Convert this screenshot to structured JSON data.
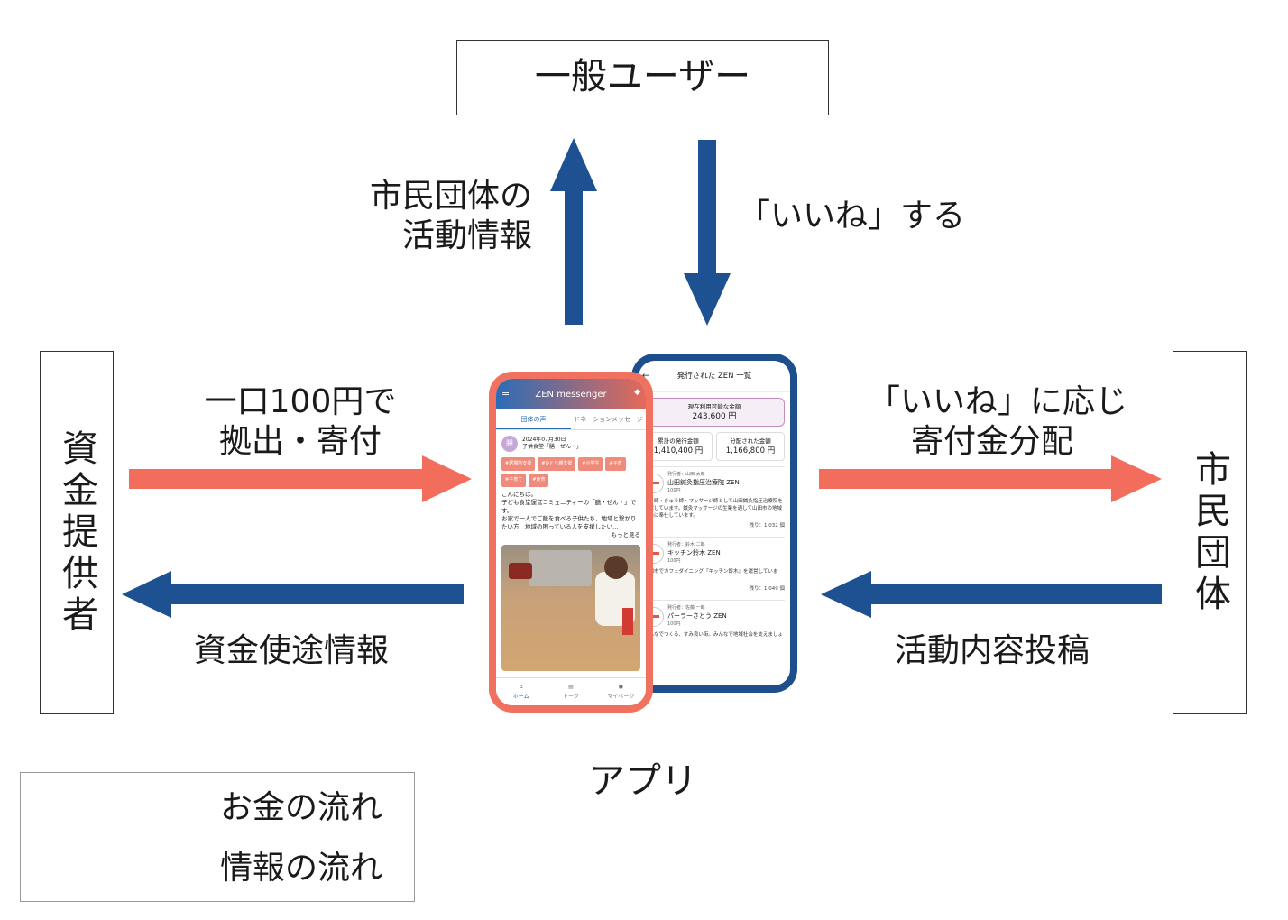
{
  "nodes": {
    "general_user": "一般ユーザー",
    "funder": "資金提供者",
    "citizen_group": "市民団体",
    "app": "アプリ"
  },
  "edges": {
    "to_user": [
      "市民団体の",
      "活動情報"
    ],
    "from_user": "「いいね」する",
    "funder_to_app": [
      "一口100円で",
      "拠出・寄付"
    ],
    "app_to_funder": "資金使途情報",
    "app_to_group": [
      "「いいね」に応じ",
      "寄付金分配"
    ],
    "group_to_app": "活動内容投稿"
  },
  "legend": {
    "money": "お金の流れ",
    "info": "情報の流れ"
  },
  "colors": {
    "money": "#f26d5b",
    "info": "#1d5192"
  },
  "phone_front": {
    "app_title": "ZEN messenger",
    "tabs": [
      "団体の声",
      "ドネーションメッセージ"
    ],
    "post_date": "2024年07月30日",
    "post_author": "子供食堂「膳・ぜん・」",
    "avatar_char": "膳",
    "tags": [
      "#居場所支援",
      "#ひとり親支援",
      "#小学生",
      "#子育",
      "#子育て",
      "#食育"
    ],
    "text_1": "こんにちは。",
    "text_2": "子ども食堂運営コミュニティーの「膳・ぜん・」です。",
    "text_3": "お家で一人でご飯を食べる子供たち、地域と繋がりたい方、地域の困っている人を支援したい...",
    "more": "もっと見る",
    "nav": [
      "ホーム",
      "トーク",
      "マイページ"
    ]
  },
  "phone_back": {
    "title": "発行された ZEN 一覧",
    "balance_label": "現在利用可能な金額",
    "balance": "243,600 円",
    "issued_label": "累計の発行金額",
    "issued": "1,410,400 円",
    "distributed_label": "分配された金額",
    "distributed": "1,166,800 円",
    "cards": [
      {
        "issuer": "発行者：山田 太郎",
        "name": "山田鍼灸指圧治療院 ZEN",
        "price": "100円",
        "desc": "はり師・きゅう師・マッサージ師として山田鍼灸指圧治療院を運営しています。鍼灸マッサージの生業を通して山田市の地域社会に奉仕しています。",
        "remaining": "残り：1,032 個"
      },
      {
        "issuer": "発行者：鈴木 二郎",
        "name": "キッチン鈴木 ZEN",
        "price": "100円",
        "desc": "山田市でカフェダイニング『キッチン鈴木』を運営しています。",
        "remaining": "残り：1,049 個"
      },
      {
        "issuer": "発行者：佐藤 一郎",
        "name": "パーラーさとう ZEN",
        "price": "100円",
        "desc": "みんなでつくる、すみ良い街。みんなで地域社会を支えましょう。",
        "remaining": ""
      }
    ]
  }
}
